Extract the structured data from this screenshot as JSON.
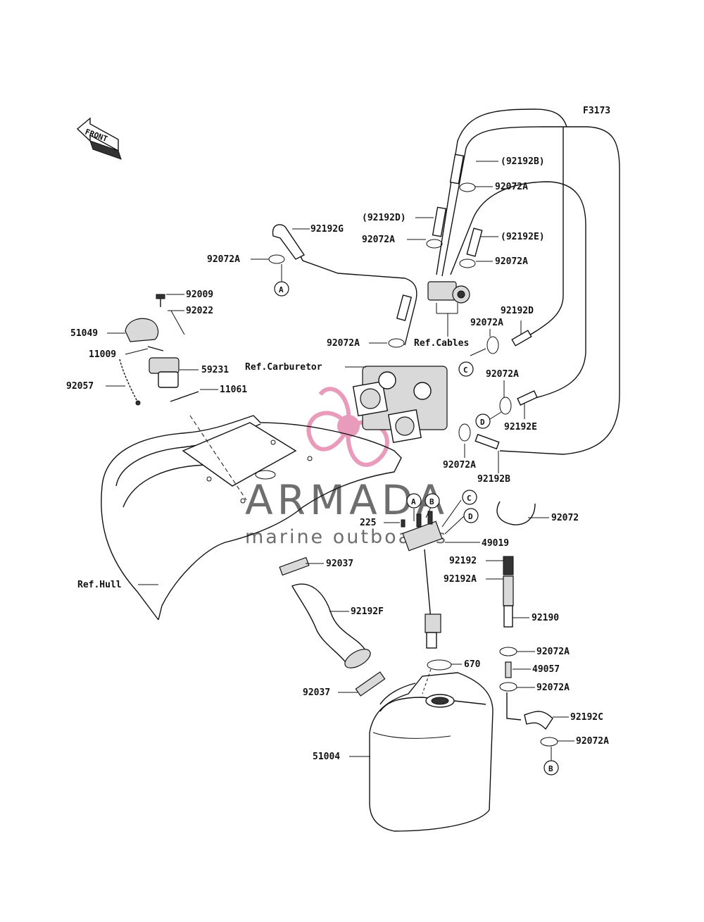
{
  "figure_code": "F3173",
  "front_label": "FRONT",
  "watermark": {
    "brand": "ARMADA",
    "tagline": "marine outboards",
    "accent_color": "#e58aae"
  },
  "callouts": {
    "c92192B_paren": "(92192B)",
    "c92072A_1": "92072A",
    "c92192D_paren": "(92192D)",
    "c92072A_2": "92072A",
    "c92192E_paren": "(92192E)",
    "c92072A_3": "92072A",
    "c92192G": "92192G",
    "c92072A_4": "92072A",
    "c92009": "92009",
    "c92022": "92022",
    "c51049": "51049",
    "c11009": "11009",
    "c59231": "59231",
    "c92057": "92057",
    "c11061": "11061",
    "c92072A_5": "92072A",
    "ref_carburetor": "Ref.Carburetor",
    "ref_cables": "Ref.Cables",
    "c92192D": "92192D",
    "c92072A_6": "92072A",
    "c92072A_7": "92072A",
    "c92192E": "92192E",
    "c92072A_8": "92072A",
    "c92192B": "92192B",
    "c92072": "92072",
    "c225": "225",
    "c49019": "49019",
    "c92037_1": "92037",
    "c92192": "92192",
    "c92192A": "92192A",
    "ref_hull": "Ref.Hull",
    "c92192F": "92192F",
    "c92190": "92190",
    "c92072A_9": "92072A",
    "c670": "670",
    "c49057": "49057",
    "c92072A_10": "92072A",
    "c92037_2": "92037",
    "c92192C": "92192C",
    "c92072A_11": "92072A",
    "c51004": "51004"
  },
  "circle_markers": {
    "A_top": "A",
    "C_mid": "C",
    "D_mid": "D",
    "A_center": "A",
    "B_center": "B",
    "C_center": "C",
    "D_center": "D",
    "B_bottom": "B"
  }
}
